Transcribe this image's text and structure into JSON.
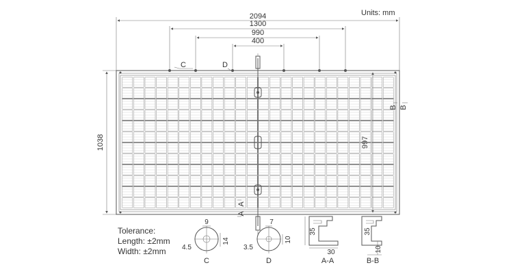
{
  "units_label": "Units: mm",
  "dimensions": {
    "overall_length": "2094",
    "hole_spacing_outer": "1300",
    "hole_spacing_mid": "990",
    "hole_spacing_inner": "400",
    "overall_width": "1038",
    "inner_width": "997"
  },
  "callouts": {
    "c": "C",
    "d": "D",
    "a_top": "A",
    "a_bottom": "A",
    "b_left": "B",
    "b_right": "B"
  },
  "tolerance": {
    "title": "Tolerance:",
    "length": "Length: ±2mm",
    "width": "Width: ±2mm"
  },
  "details": {
    "c": {
      "label": "C",
      "top": "9",
      "right": "14",
      "left": "4.5"
    },
    "d": {
      "label": "D",
      "top": "7",
      "right": "10",
      "left": "3.5"
    },
    "aa": {
      "label": "A-A",
      "height": "35",
      "bottom": "30"
    },
    "bb": {
      "label": "B-B",
      "height": "35",
      "bottom": "10"
    }
  }
}
